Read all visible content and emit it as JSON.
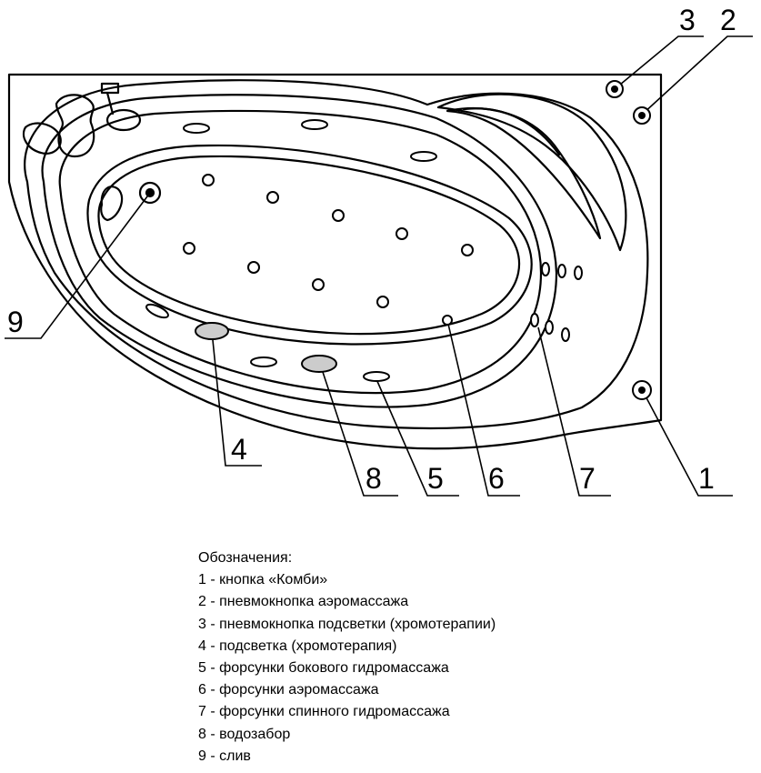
{
  "callouts": {
    "c1": "1",
    "c2": "2",
    "c3": "3",
    "c4": "4",
    "c5": "5",
    "c6": "6",
    "c7": "7",
    "c8": "8",
    "c9": "9"
  },
  "legend": {
    "title": "Обозначения:",
    "items": [
      "1 - кнопка «Комби»",
      "2 - пневмокнопка аэромассажа",
      "3 - пневмокнопка подсветки (хромотерапии)",
      "4 - подсветка (хромотерапия)",
      "5 - форсунки бокового гидромассажа",
      "6 - форсунки аэромассажа",
      "7 - форсунки спинного гидромассажа",
      "8 - водозабор",
      "9 - слив"
    ]
  }
}
